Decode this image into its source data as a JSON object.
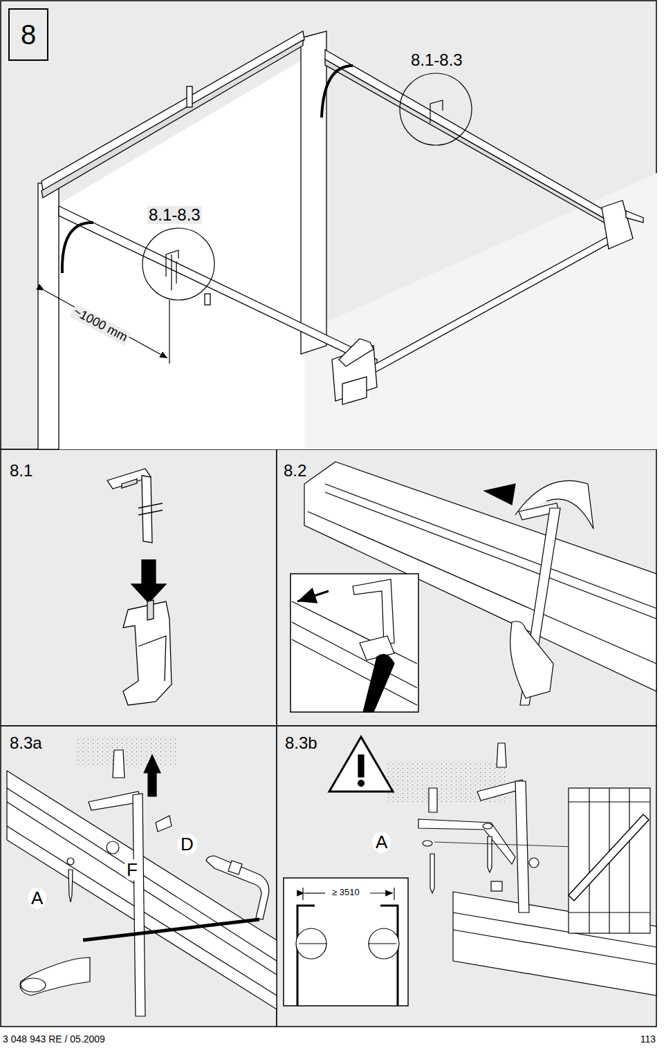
{
  "diagram": {
    "nodes": [
      {
        "text": [
          "8"
        ]
      }
    ],
    "edges": [],
    "labels": [
      "8.1-8.3",
      "8.1-8.3",
      "~1000 mm",
      "8.1",
      "8.2",
      "8.3a",
      "D",
      "F",
      "A",
      "8.3b",
      "A",
      "≥ 3510",
      "3 048 943 RE / 05.2009",
      "113"
    ]
  }
}
